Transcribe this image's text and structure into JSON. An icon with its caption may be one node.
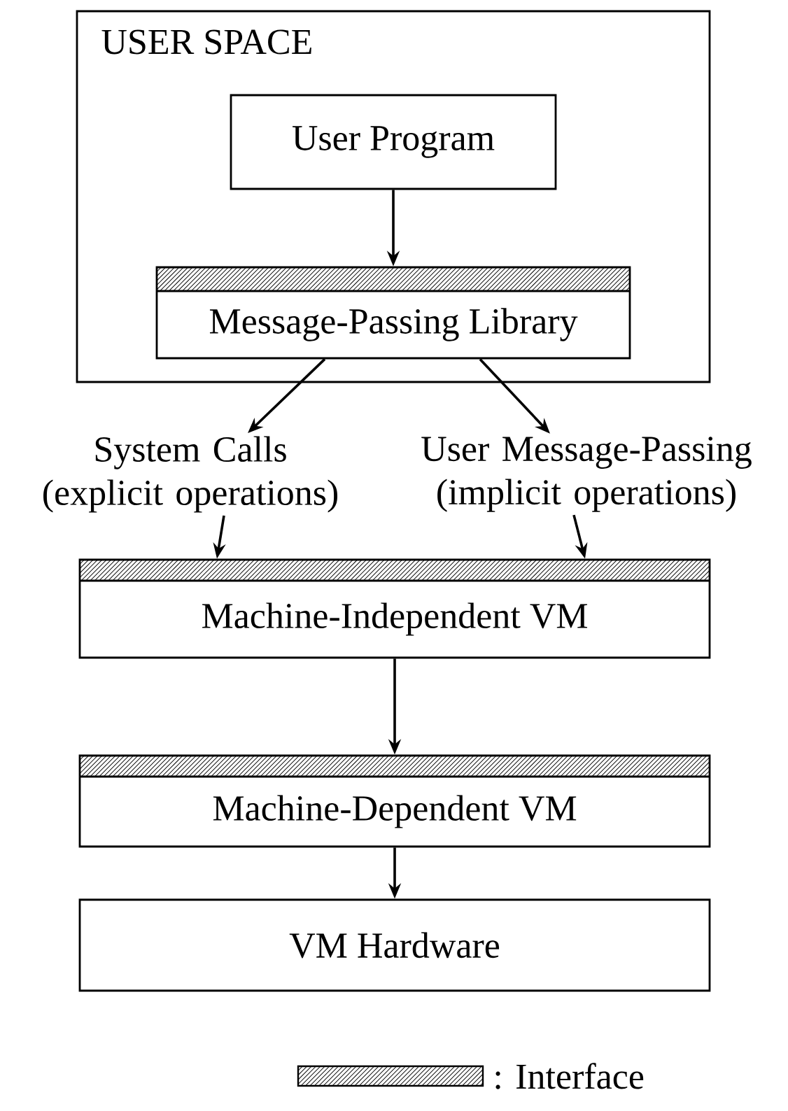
{
  "diagram": {
    "nodes": [
      {
        "text": [
          "USER SPACE"
        ]
      },
      {
        "text": [
          "User Program"
        ],
        "in": 0
      },
      {
        "text": [
          "Message-Passing Library"
        ],
        "in": 0
      },
      {
        "text": [
          "System Calls (explicit operations)"
        ]
      },
      {
        "text": [
          "User Message-Passing (implicit operations)"
        ]
      },
      {
        "text": [
          "Machine-Independent VM"
        ]
      },
      {
        "text": [
          "Machine-Dependent VM"
        ]
      },
      {
        "text": [
          "VM Hardware"
        ]
      }
    ],
    "edges": [
      {
        "from": 1,
        "to": 2,
        "arrow": "to"
      },
      {
        "from": 2,
        "to": 3,
        "arrow": "to"
      },
      {
        "from": 2,
        "to": 4,
        "arrow": "to"
      },
      {
        "from": 3,
        "to": 5,
        "arrow": "to"
      },
      {
        "from": 4,
        "to": 5,
        "arrow": "to"
      },
      {
        "from": 5,
        "to": 6,
        "arrow": "to"
      },
      {
        "from": 6,
        "to": 7,
        "arrow": "to"
      }
    ],
    "legend": [
      {
        "text": ": Interface"
      }
    ]
  }
}
